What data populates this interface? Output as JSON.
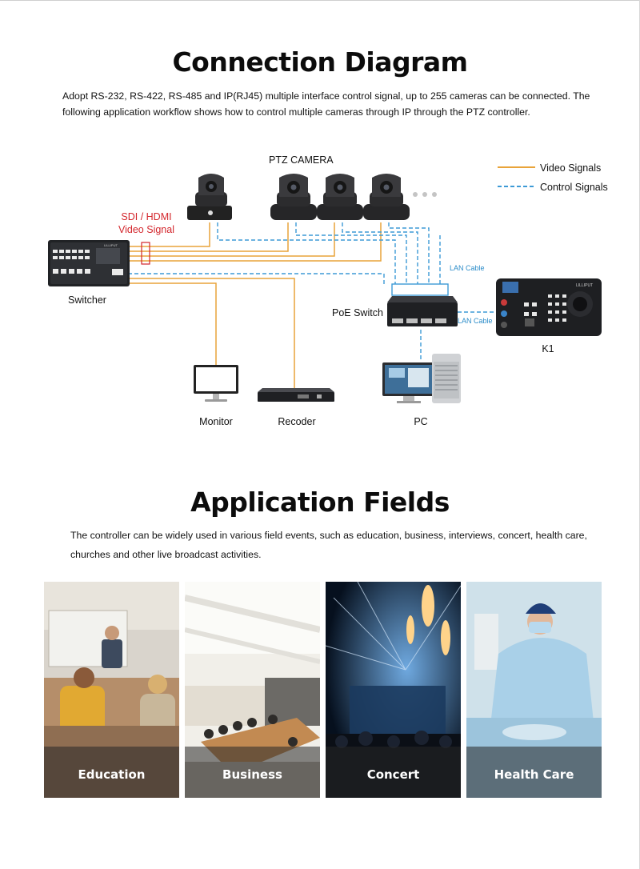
{
  "connection": {
    "title": "Connection Diagram",
    "description": "Adopt RS-232, RS-422, RS-485 and IP(RJ45) multiple interface control signal, up to 255 cameras can be connected. The following application workflow shows how to control multiple cameras through IP through the PTZ controller."
  },
  "diagram": {
    "ptz_camera_label": "PTZ CAMERA",
    "sdi_label_line1": "SDI / HDMI",
    "sdi_label_line2": "Video Signal",
    "switcher_label": "Switcher",
    "poe_switch_label": "PoE Switch",
    "lan_cable_label_1": "LAN Cable",
    "lan_cable_label_2": "LAN Cable",
    "k1_label": "K1",
    "monitor_label": "Monitor",
    "recorder_label": "Recoder",
    "pc_label": "PC",
    "legend_video": "Video Signals",
    "legend_control": "Control Signals",
    "switcher_brand": "LILLIPUT",
    "k1_brand": "LILLIPUT",
    "colors": {
      "video": "#e9a43a",
      "control": "#3d9ad6",
      "sdi_red": "#d3262c",
      "lan_text": "#2b8cc9"
    }
  },
  "application": {
    "title": "Application Fields",
    "description": "The controller can be widely used in various field events, such as education, business, interviews, concert, health care, churches and other live broadcast activities.",
    "fields": [
      {
        "caption": "Education"
      },
      {
        "caption": "Business"
      },
      {
        "caption": "Concert"
      },
      {
        "caption": "Health Care"
      }
    ]
  }
}
